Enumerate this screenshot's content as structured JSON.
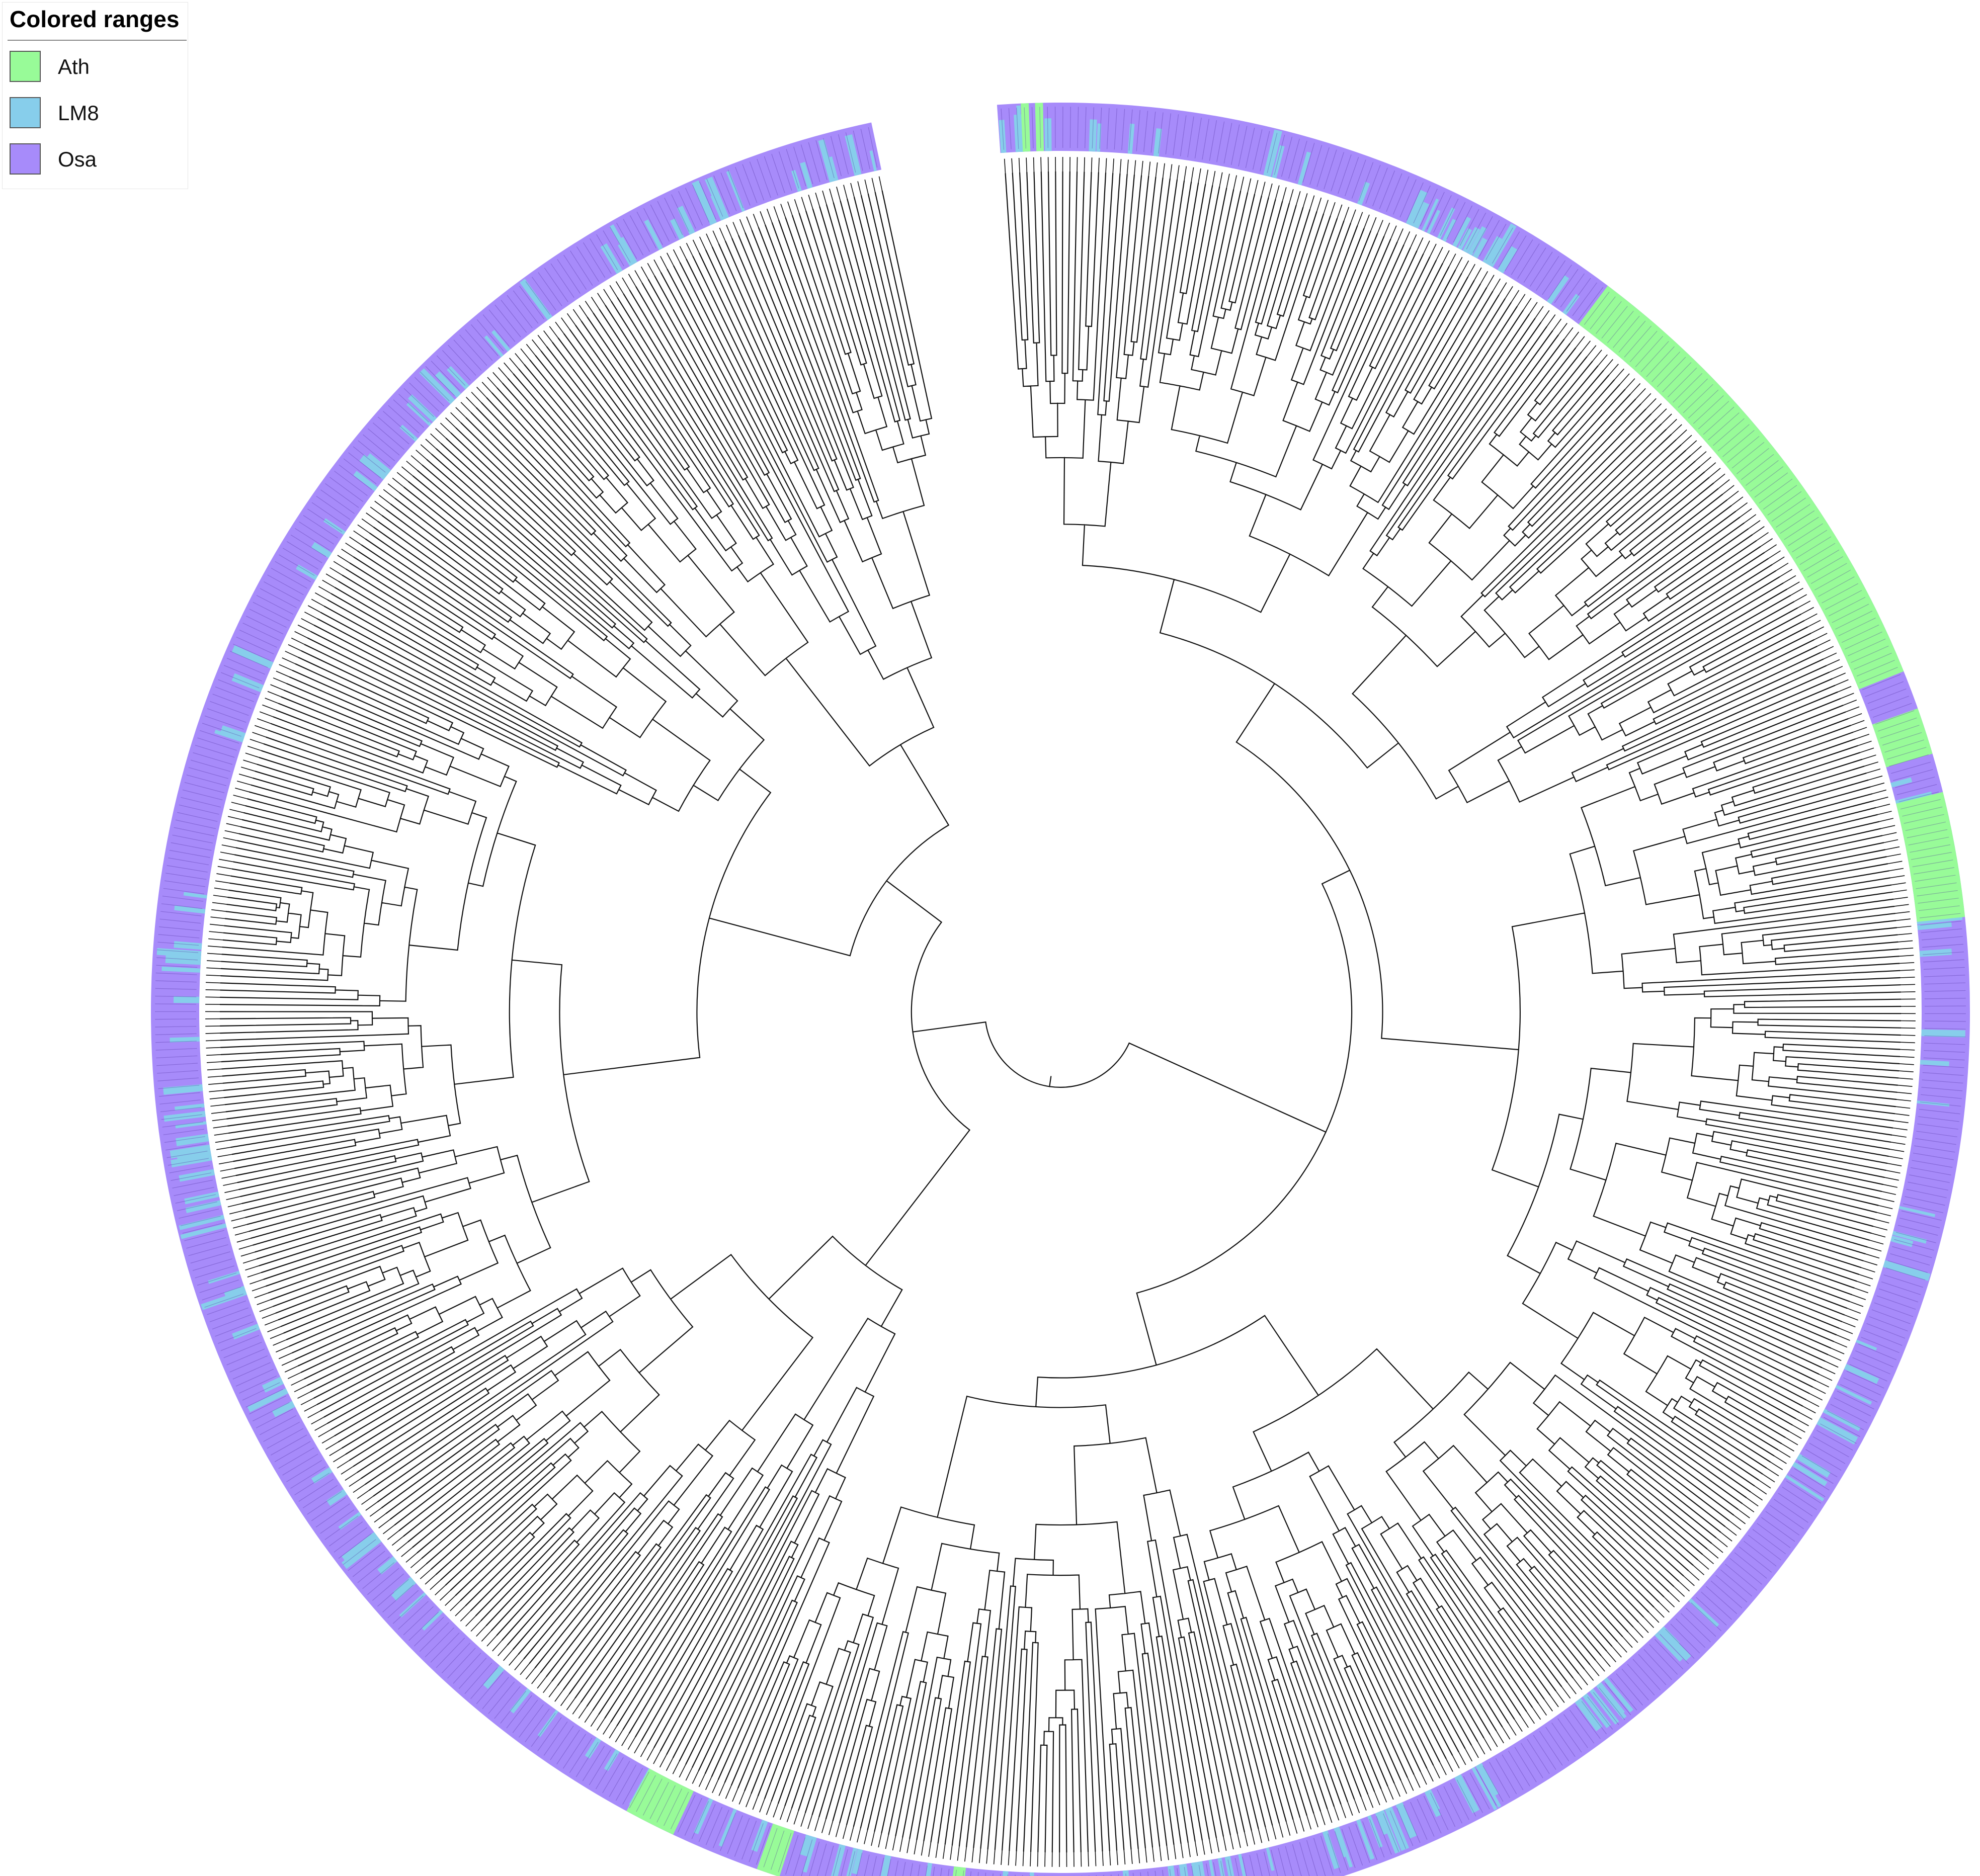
{
  "legend": {
    "title": "Colored ranges",
    "items": [
      {
        "label": "Ath",
        "color": "#98fb98"
      },
      {
        "label": "LM8",
        "color": "#87ceeb"
      },
      {
        "label": "Osa",
        "color": "#a78bfa"
      }
    ]
  },
  "colors": {
    "branch": "#111111",
    "ath": "#98fb98",
    "lm8": "#87ceeb",
    "osa": "#a78bfa",
    "leaf_label": "#4b2a9a"
  }
}
